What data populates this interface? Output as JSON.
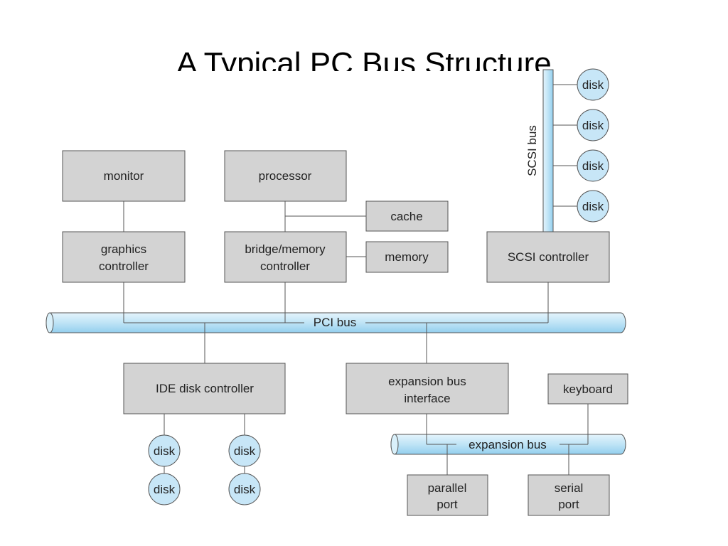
{
  "slide": {
    "title": "A Typical PC Bus Structure"
  },
  "diagram": {
    "colors": {
      "box_fill": "#d3d3d3",
      "bus_fill": "#bfe4f6",
      "disk_fill": "#c7e6f7",
      "line": "#555555"
    },
    "monitor": "monitor",
    "processor": "processor",
    "cache": "cache",
    "memory": "memory",
    "graphics_controller": [
      "graphics",
      "controller"
    ],
    "bridge_controller": [
      "bridge/memory",
      "controller"
    ],
    "scsi_controller": "SCSI controller",
    "scsi_bus": "SCSI bus",
    "pci_bus": "PCI bus",
    "ide_controller": "IDE disk controller",
    "expansion_interface": [
      "expansion bus",
      "interface"
    ],
    "keyboard": "keyboard",
    "expansion_bus": "expansion bus",
    "parallel_port": [
      "parallel",
      "port"
    ],
    "serial_port": [
      "serial",
      "port"
    ],
    "disk": "disk"
  }
}
